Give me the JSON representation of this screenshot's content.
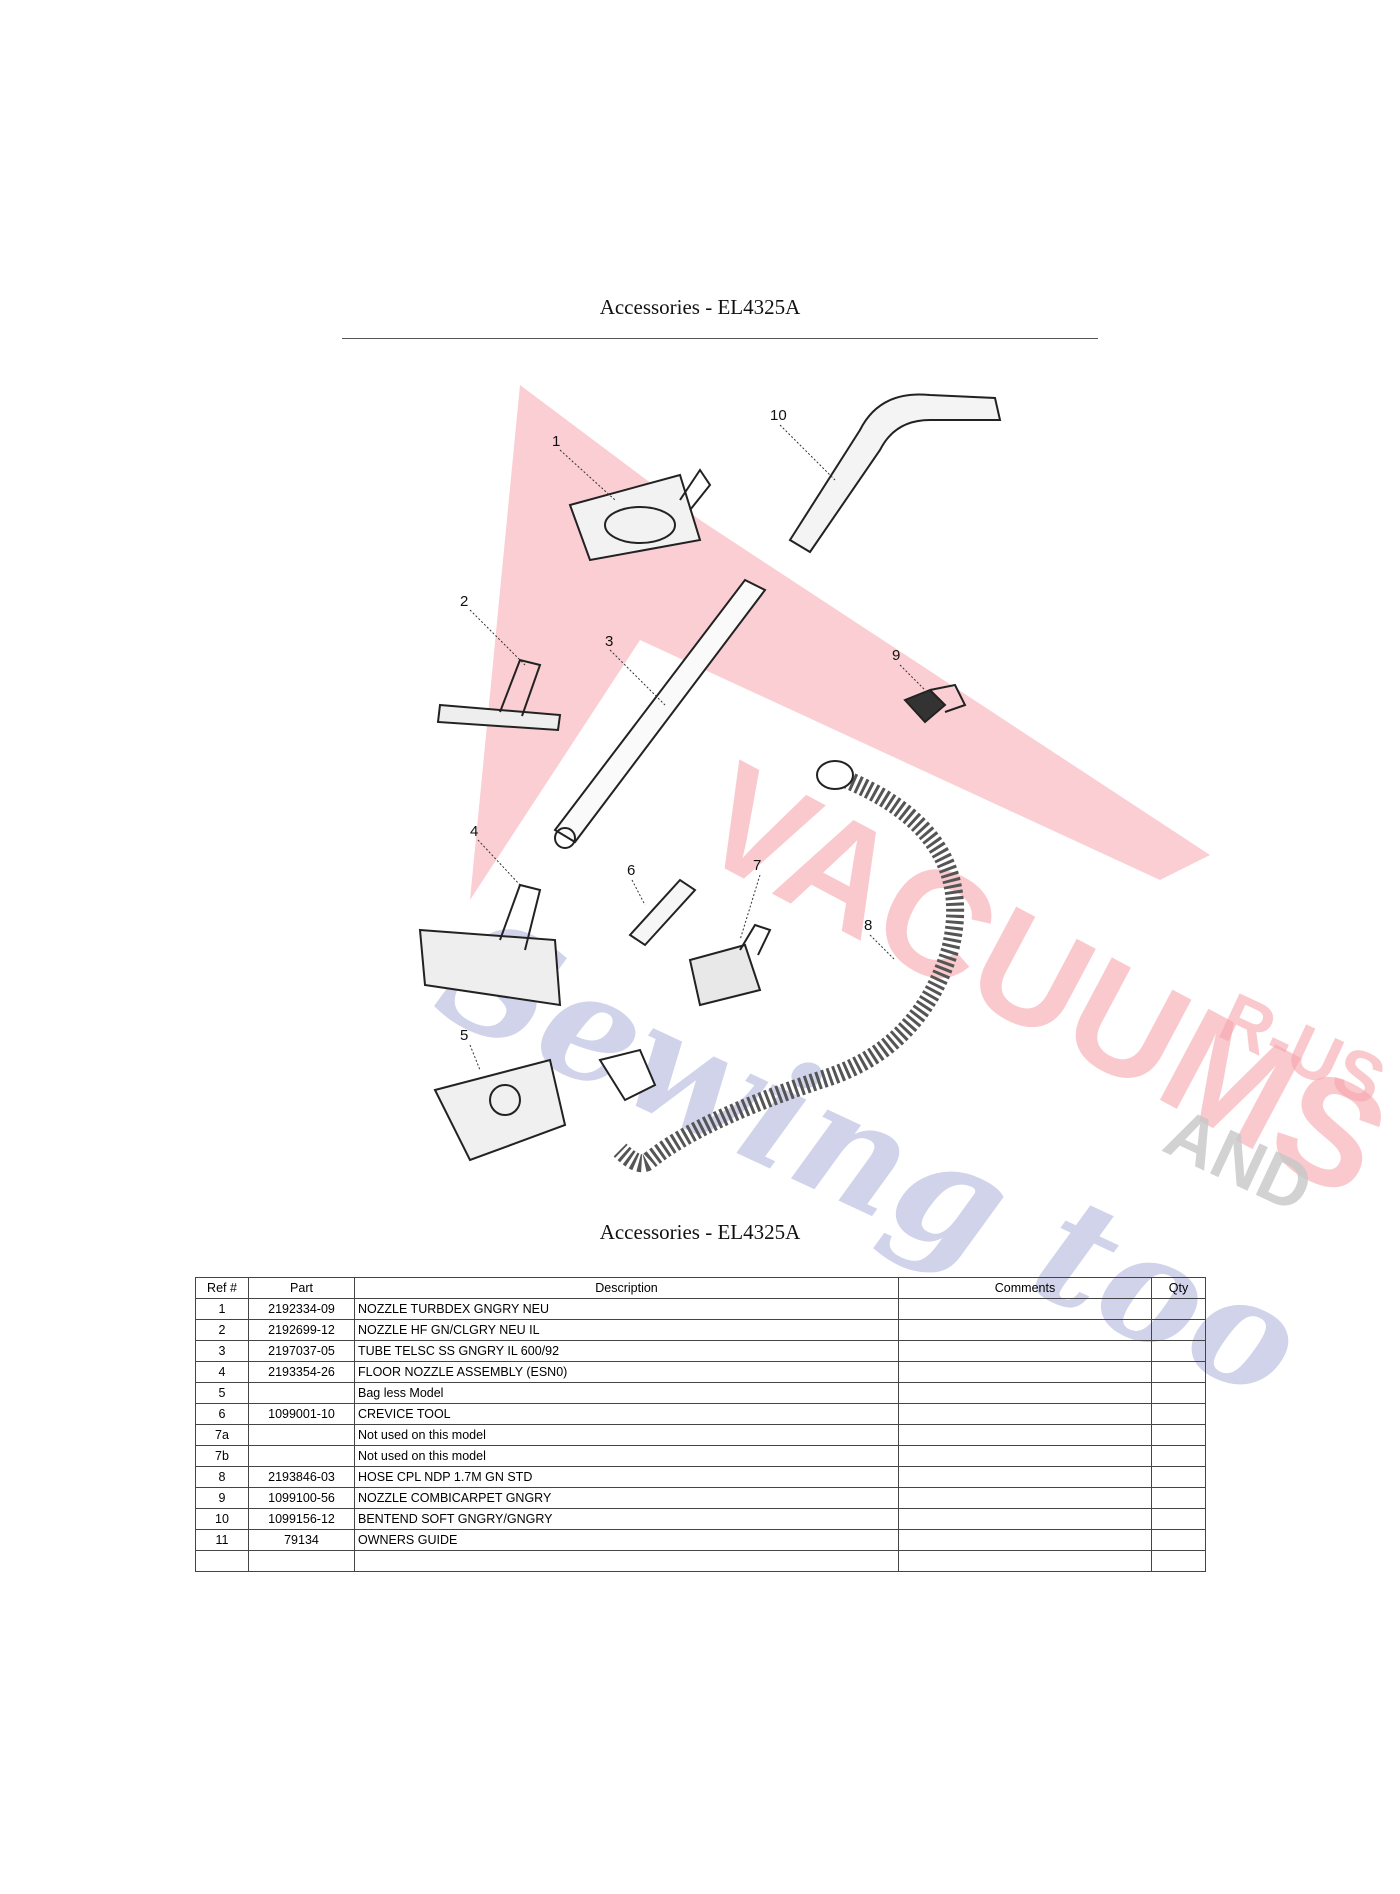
{
  "page": {
    "title_top": "Accessories - EL4325A",
    "title_bottom": "Accessories - EL4325A"
  },
  "watermark": {
    "line1": "VACUUMS",
    "line2": "Sewing too",
    "and": "AND",
    "rus": "R-US",
    "colors": {
      "red": "#f6a6ad",
      "blue": "#b7bde0",
      "gray": "#c7c7c7"
    }
  },
  "diagram": {
    "callouts": [
      "1",
      "2",
      "3",
      "4",
      "5",
      "6",
      "7",
      "8",
      "9",
      "10"
    ]
  },
  "table": {
    "headers": [
      "Ref #",
      "Part",
      "Description",
      "Comments",
      "Qty"
    ],
    "rows": [
      [
        "1",
        "2192334-09",
        "NOZZLE TURBDEX GNGRY NEU",
        "",
        ""
      ],
      [
        "2",
        "2192699-12",
        "NOZZLE HF GN/CLGRY NEU IL",
        "",
        ""
      ],
      [
        "3",
        "2197037-05",
        "TUBE TELSC SS GNGRY IL 600/92",
        "",
        ""
      ],
      [
        "4",
        "2193354-26",
        "FLOOR NOZZLE ASSEMBLY (ESN0)",
        "",
        ""
      ],
      [
        "5",
        "",
        "Bag less Model",
        "",
        ""
      ],
      [
        "6",
        "1099001-10",
        "CREVICE TOOL",
        "",
        ""
      ],
      [
        "7a",
        "",
        "Not used on this model",
        "",
        ""
      ],
      [
        "7b",
        "",
        "Not used on this model",
        "",
        ""
      ],
      [
        "8",
        "2193846-03",
        "HOSE CPL NDP 1.7M GN STD",
        "",
        ""
      ],
      [
        "9",
        "1099100-56",
        "NOZZLE COMBICARPET GNGRY",
        "",
        ""
      ],
      [
        "10",
        "1099156-12",
        "BENTEND SOFT GNGRY/GNGRY",
        "",
        ""
      ],
      [
        "11",
        "79134",
        "OWNERS GUIDE",
        "",
        ""
      ],
      [
        "",
        "",
        "",
        "",
        ""
      ]
    ]
  }
}
